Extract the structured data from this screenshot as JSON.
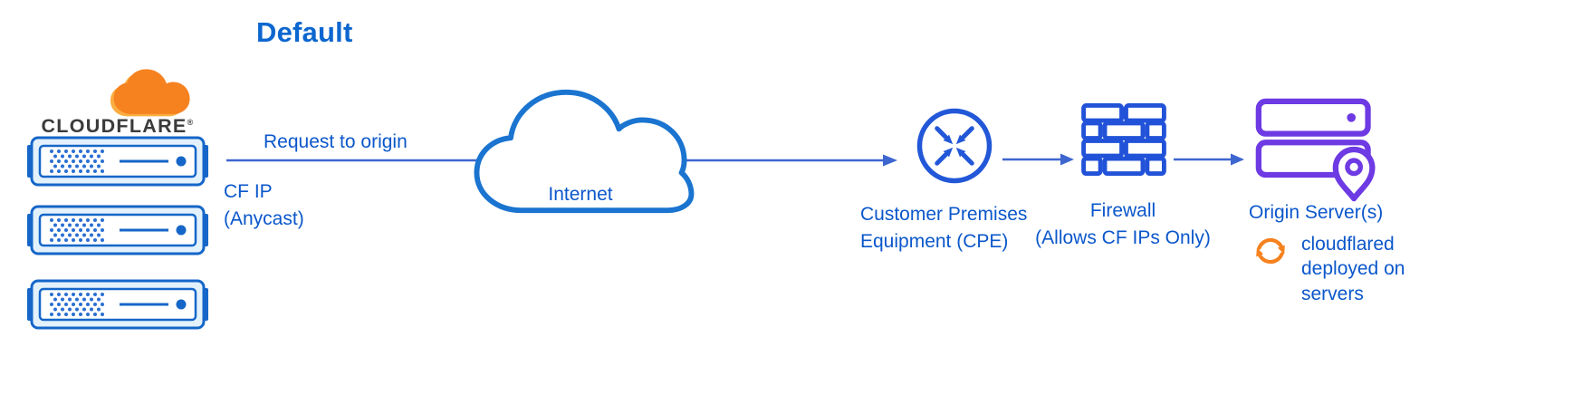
{
  "title": "Default",
  "logo": {
    "wordmark": "CLOUDFLARE",
    "registered": "®"
  },
  "flow": {
    "request_label": "Request to origin",
    "cf_ip_label": "CF IP\n(Anycast)",
    "internet_label": "Internet",
    "cpe_label": "Customer Premises\nEquipment (CPE)",
    "firewall_label": "Firewall\n(Allows CF IPs Only)",
    "origin_label": "Origin Server(s)",
    "cloudflared_label": "cloudflared\ndeployed on\nservers"
  },
  "icons": {
    "cloudflare_logo": "cloudflare-cloud-icon",
    "edge_servers": "server-rack-icon",
    "internet": "internet-cloud-icon",
    "cpe": "cpe-converge-arrows-icon",
    "firewall": "firewall-bricks-icon",
    "origin": "origin-servers-location-icon",
    "cloudflared": "sync-arrows-icon"
  },
  "colors": {
    "text_blue": "#0b57cb",
    "title_blue": "#0c66cf",
    "arrow_blue": "#3e66cf",
    "icon_blue": "#2257d8",
    "server_blue": "#1566c8",
    "cloud_blue": "#1a74d0",
    "orange": "#f6821f",
    "orange_light": "#fbad41",
    "purple": "#6d3ae3",
    "wordmark_dark": "#3b3b3b"
  }
}
